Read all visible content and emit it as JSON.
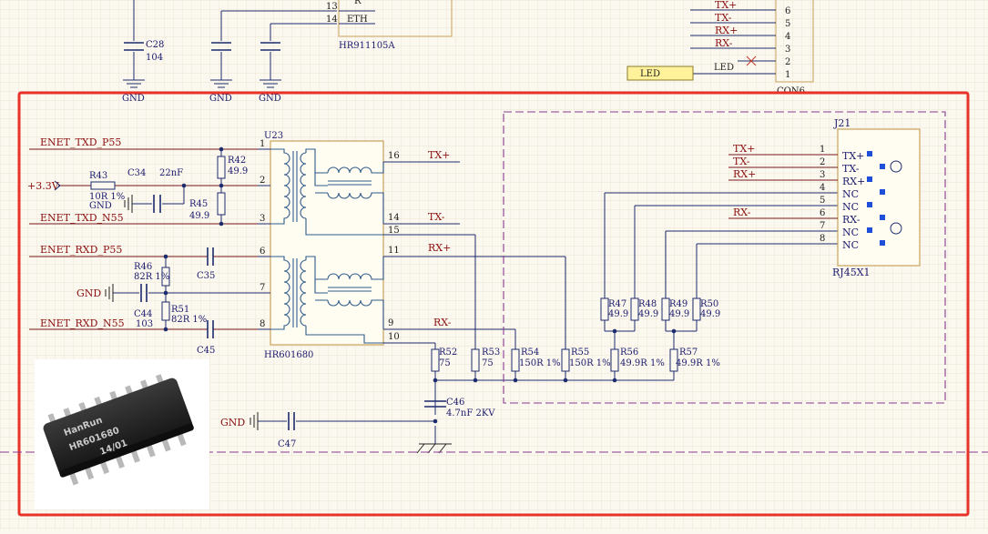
{
  "top": {
    "caps": [
      "C28",
      "104"
    ],
    "gnd_labels": [
      "GND",
      "GND",
      "GND"
    ],
    "ic": {
      "pins": [
        "13",
        "14"
      ],
      "pin14_name": "ETH",
      "part": "HR911105A",
      "partial_label": "R"
    },
    "con6": {
      "nets": [
        "TX+",
        "TX-",
        "RX+",
        "RX-"
      ],
      "pins": [
        "6",
        "5",
        "4",
        "3",
        "2",
        "1"
      ],
      "led_port": "LED",
      "led_net": "LED",
      "ref": "CON6"
    }
  },
  "u23": {
    "ref": "U23",
    "part": "HR601680",
    "pins_left": [
      "1",
      "2",
      "3",
      "6",
      "7",
      "8"
    ],
    "pins_right": [
      "16",
      "14",
      "15",
      "11",
      "9",
      "10"
    ],
    "nets_right": [
      "TX+",
      "TX-",
      "RX+",
      "RX-"
    ]
  },
  "left": {
    "nets": [
      "ENET_TXD_P55",
      "ENET_TXD_N55",
      "ENET_RXD_P55",
      "ENET_RXD_N55"
    ],
    "power": "+3.3V",
    "gnd": [
      "GND",
      "GND"
    ],
    "r43": [
      "R43",
      "10R 1%"
    ],
    "c34": [
      "C34",
      "22nF"
    ],
    "r42": [
      "R42",
      "49.9"
    ],
    "r45": [
      "R45",
      "49.9"
    ],
    "r46": [
      "R46",
      "82R 1%"
    ],
    "c35": "C35",
    "c44": [
      "C44",
      "103"
    ],
    "r51": [
      "R51",
      "82R 1%"
    ],
    "c45": "C45"
  },
  "bottom": {
    "r52": [
      "R52",
      "75"
    ],
    "r53": [
      "R53",
      "75"
    ],
    "r54": [
      "R54",
      "150R 1%"
    ],
    "r55": [
      "R55",
      "150R 1%"
    ],
    "r56": [
      "R56",
      "49.9R 1%"
    ],
    "r57": [
      "R57",
      "49.9R 1%"
    ],
    "c46": [
      "C46",
      "4.7nF 2KV"
    ],
    "c47": "C47",
    "gnd": "GND"
  },
  "mid": {
    "r47": [
      "R47",
      "49.9"
    ],
    "r48": [
      "R48",
      "49.9"
    ],
    "r49": [
      "R49",
      "49.9"
    ],
    "r50": [
      "R50",
      "49.9"
    ]
  },
  "j21": {
    "ref": "J21",
    "part": "RJ45X1",
    "pins": [
      "1",
      "2",
      "3",
      "4",
      "5",
      "6",
      "7",
      "8"
    ],
    "pin_names": [
      "TX+",
      "TX-",
      "RX+",
      "NC",
      "NC",
      "RX-",
      "NC",
      "NC"
    ],
    "nets": [
      "TX+",
      "TX-",
      "RX+",
      "RX-"
    ]
  },
  "photo": {
    "brand": "HanRun",
    "part": "HR601680",
    "code": "14/01"
  },
  "colors": {
    "highlight": "#e8332a",
    "component": "#c8a15a",
    "dashed": "#8a3a8f",
    "led_fill": "#fff29a"
  }
}
